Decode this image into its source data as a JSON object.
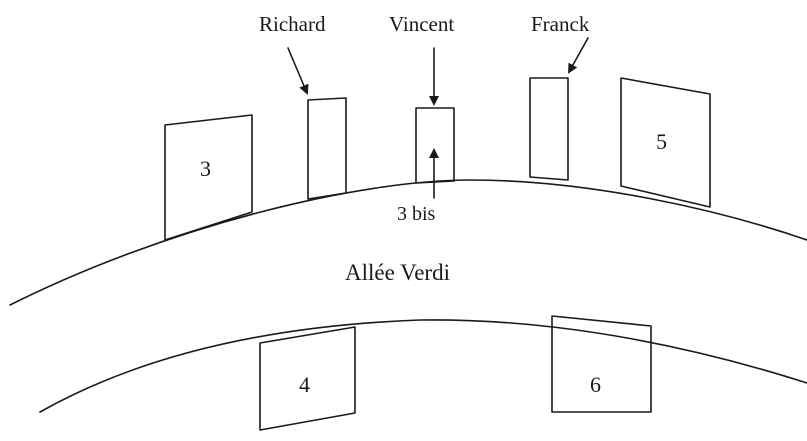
{
  "street": {
    "name": "Allée Verdi"
  },
  "houses": {
    "h3": {
      "number": "3"
    },
    "h3bis": {
      "number": "3 bis"
    },
    "h4": {
      "number": "4"
    },
    "h5": {
      "number": "5"
    },
    "h6": {
      "number": "6"
    },
    "richard": {
      "name": "Richard"
    },
    "vincent": {
      "name": "Vincent"
    },
    "franck": {
      "name": "Franck"
    }
  }
}
